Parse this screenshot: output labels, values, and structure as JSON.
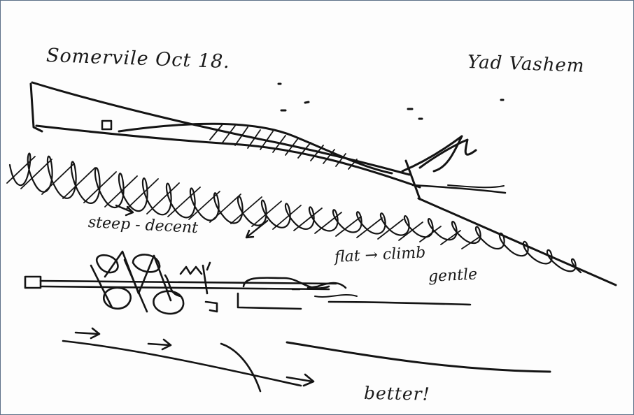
{
  "sketch": {
    "annotations": {
      "date": "Somervile Oct 18.",
      "place": "Yad Vashem",
      "descent": "steep - decent",
      "climb": "flat → climb",
      "gentle": "gentle",
      "verdict": "better!"
    }
  }
}
